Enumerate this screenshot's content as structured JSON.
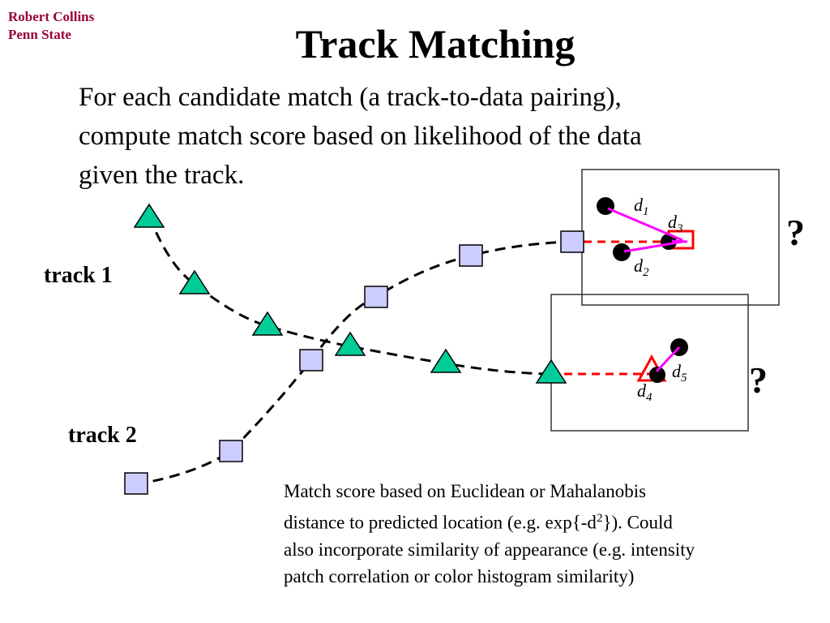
{
  "author": {
    "name": "Robert Collins",
    "affiliation": "Penn State"
  },
  "title": "Track Matching",
  "intro_lines": [
    "For each candidate match (a track-to-data pairing),",
    "compute match score based on likelihood of the data",
    "given the track."
  ],
  "track_labels": {
    "track1": "track 1",
    "track2": "track 2"
  },
  "question_mark": "?",
  "detections": [
    {
      "letter": "d",
      "index": "1"
    },
    {
      "letter": "d",
      "index": "2"
    },
    {
      "letter": "d",
      "index": "3"
    },
    {
      "letter": "d",
      "index": "4"
    },
    {
      "letter": "d",
      "index": "5"
    }
  ],
  "caption": {
    "line1": "Match score based on Euclidean or Mahalanobis",
    "line2_pre": "distance to predicted location (e.g. exp{-d",
    "line2_sup": "2",
    "line2_post": "}).  Could",
    "line3": "also incorporate similarity of appearance (e.g. intensity",
    "line4": "patch correlation or color histogram similarity)"
  },
  "colors": {
    "author": "#990033",
    "triangle_fill": "#00cc99",
    "square_fill": "#ccccff",
    "prediction_red": "#ff0000",
    "match_line": "#ff00ff",
    "detection": "#000000",
    "gate_box": "#333333"
  }
}
